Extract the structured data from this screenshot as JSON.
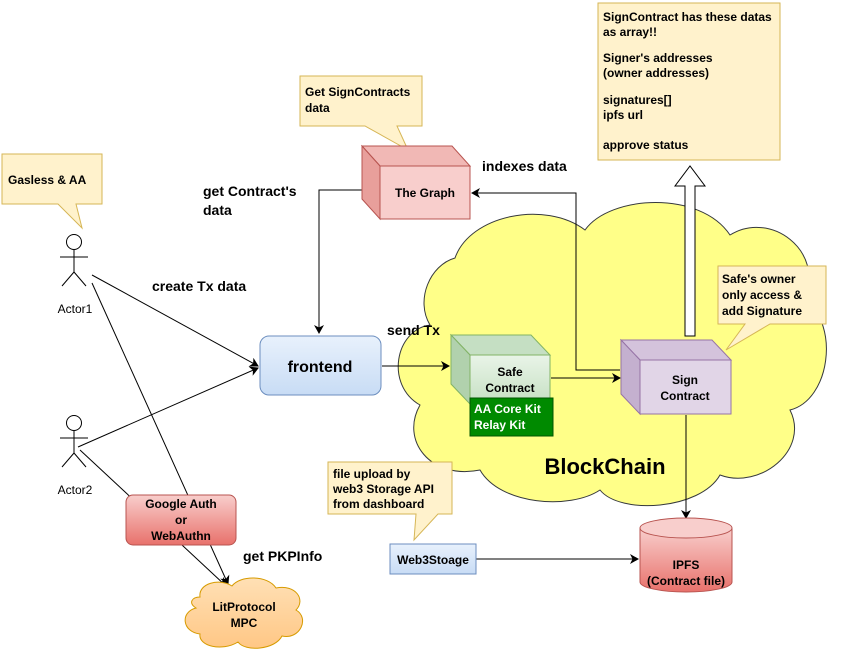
{
  "actors": {
    "actor1": "Actor1",
    "actor2": "Actor2"
  },
  "callouts": {
    "gasless": "Gasless & AA",
    "get_signcontracts": [
      "Get SignContracts",
      "data"
    ],
    "signcontract_datas": [
      "SignContract has these datas",
      "as array!!",
      "",
      "Signer's addresses",
      "(owner addresses)",
      "",
      "signatures[]",
      "ipfs url",
      "",
      "approve status"
    ],
    "safe_owner": [
      "Safe's owner",
      "only access &",
      "add Signature"
    ],
    "file_upload": [
      "file upload by",
      "web3 Storage API",
      "from dashboard"
    ]
  },
  "nodes": {
    "the_graph": "The Graph",
    "frontend": "frontend",
    "safe_contract": [
      "Safe",
      "Contract"
    ],
    "aa_kit": [
      "AA Core Kit",
      "Relay Kit"
    ],
    "sign_contract": [
      "Sign",
      "Contract"
    ],
    "blockchain": "BlockChain",
    "google_auth": [
      "Google Auth",
      "or",
      "WebAuthn"
    ],
    "lit_protocol": [
      "LitProtocol",
      "MPC"
    ],
    "web3storage": "Web3Stoage",
    "ipfs": [
      "IPFS",
      "(Contract file)"
    ]
  },
  "edge_labels": {
    "get_contract_data": [
      "get Contract's",
      "data"
    ],
    "create_tx": "create Tx data",
    "send_tx": "send Tx",
    "indexes_data": "indexes data",
    "get_pkpinfo": "get PKPInfo"
  },
  "colors": {
    "callout_fill": "#fff2cc",
    "callout_stroke": "#d6b656",
    "graph_fill": "#f8cecc",
    "graph_stroke": "#b85450",
    "frontend_fill": "#dae8fc",
    "frontend_stroke": "#6c8ebf",
    "safe_fill": "#d5e8d4",
    "safe_stroke": "#82b366",
    "aa_fill": "#008a00",
    "sign_fill": "#e1d5e7",
    "sign_stroke": "#9673a6",
    "blockchain_fill": "#ffff88",
    "blockchain_stroke": "#36393d",
    "google_fill": "#f8cecc",
    "google_stroke": "#b85450"
  }
}
